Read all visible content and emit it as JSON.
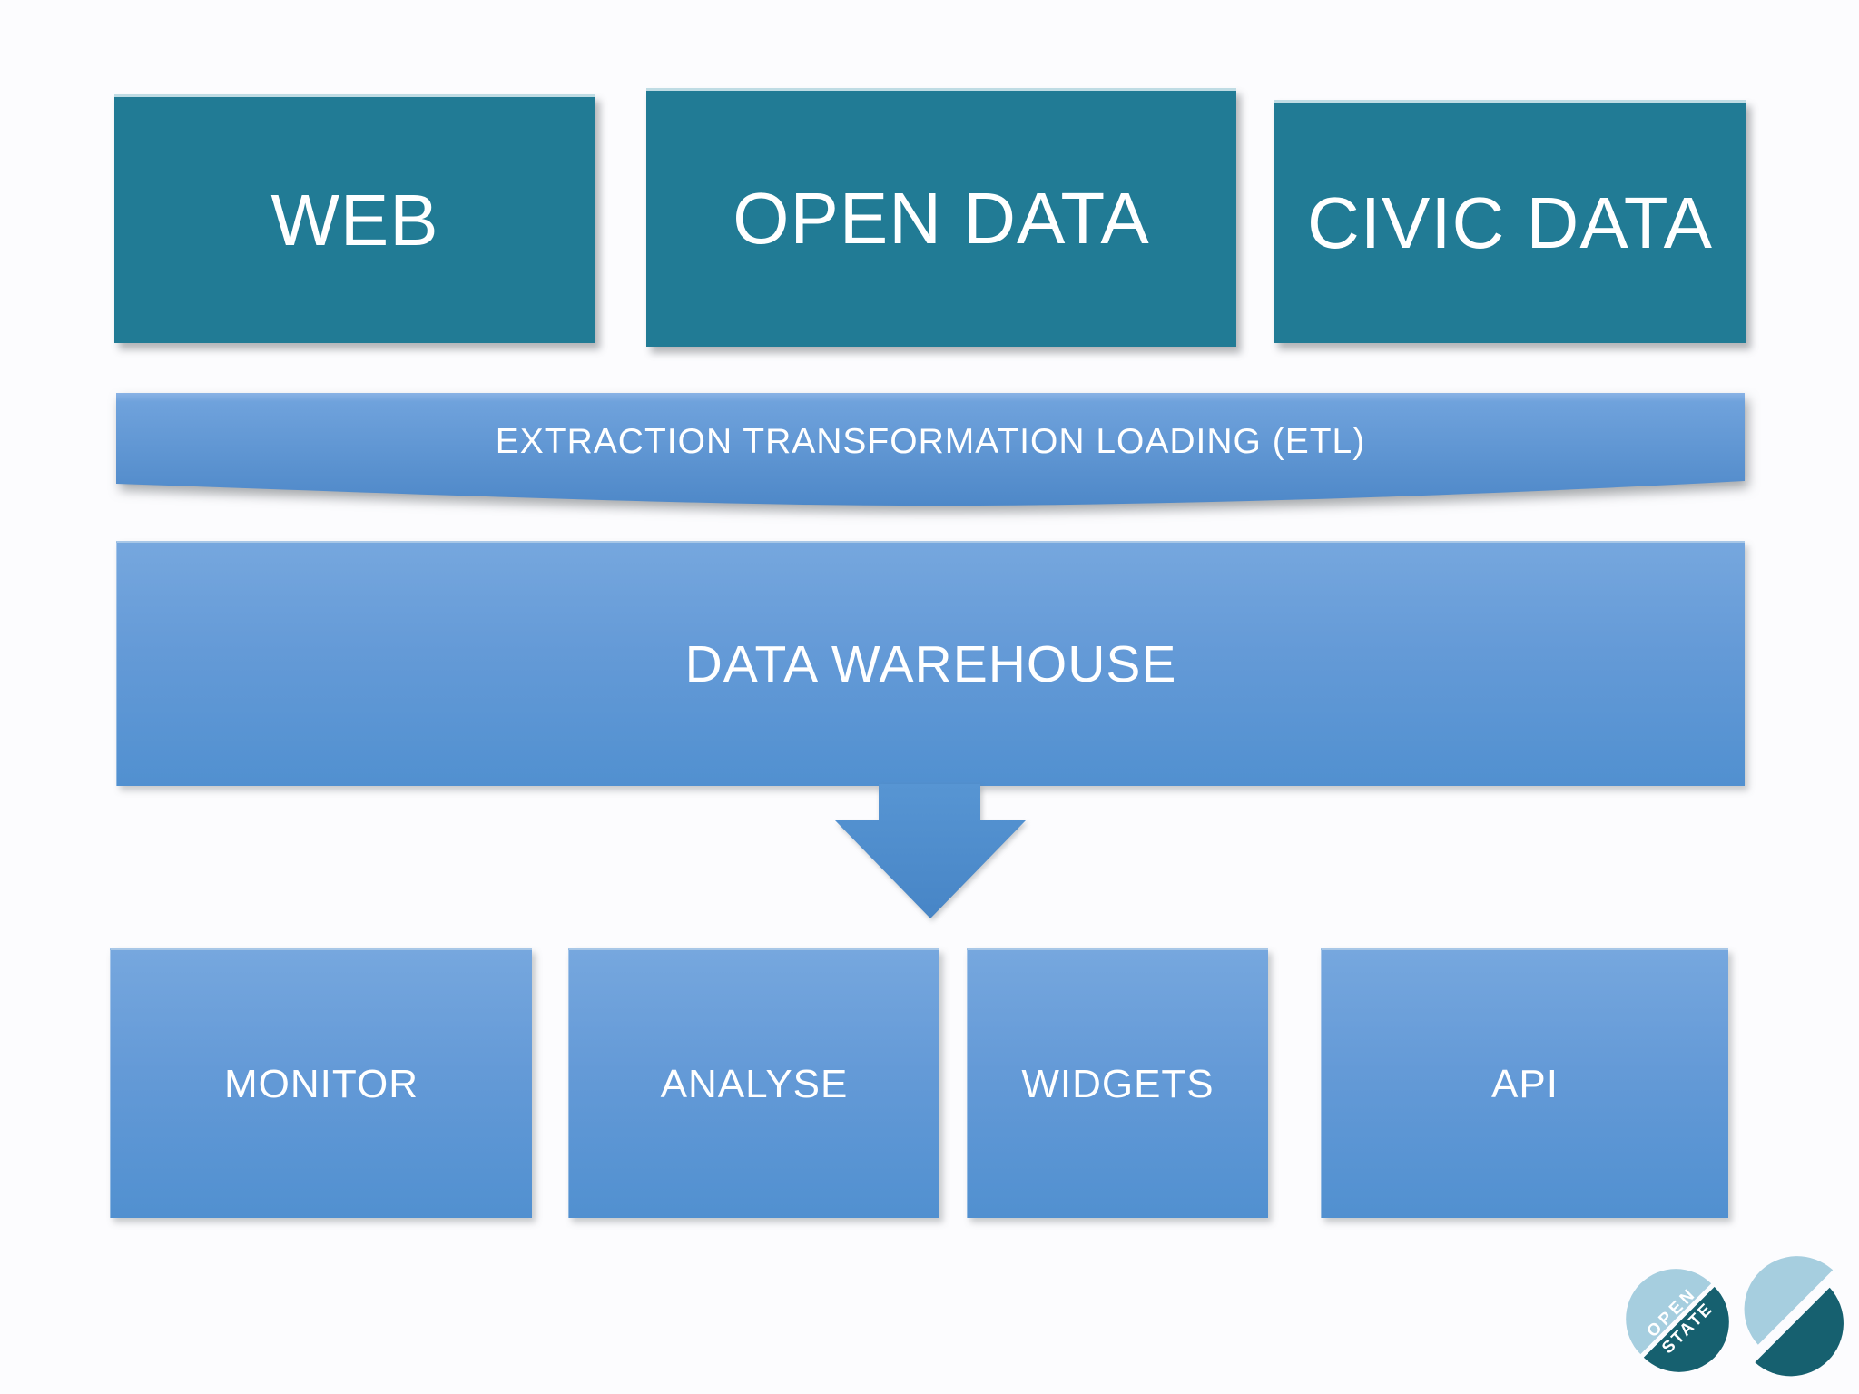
{
  "sources": [
    {
      "label": "WEB"
    },
    {
      "label": "OPEN DATA"
    },
    {
      "label": "CIVIC DATA"
    }
  ],
  "etl_banner": {
    "label": "EXTRACTION TRANSFORMATION LOADING (ETL)"
  },
  "warehouse": {
    "label": "DATA WAREHOUSE"
  },
  "outputs": [
    {
      "label": "MONITOR"
    },
    {
      "label": "ANALYSE"
    },
    {
      "label": "WIDGETS"
    },
    {
      "label": "API"
    }
  ],
  "logo": {
    "top_word": "OPEN",
    "bottom_word": "STATE"
  },
  "colors": {
    "source_teal": "#217b95",
    "blue_gradient_top": "#76a7de",
    "blue_gradient_bottom": "#5190d0",
    "arrow_blue": "#4c88c9",
    "logo_light_blue": "#a6cedf",
    "logo_dark_teal": "#16606f",
    "background": "#fcfcfe",
    "text": "#ffffff"
  }
}
